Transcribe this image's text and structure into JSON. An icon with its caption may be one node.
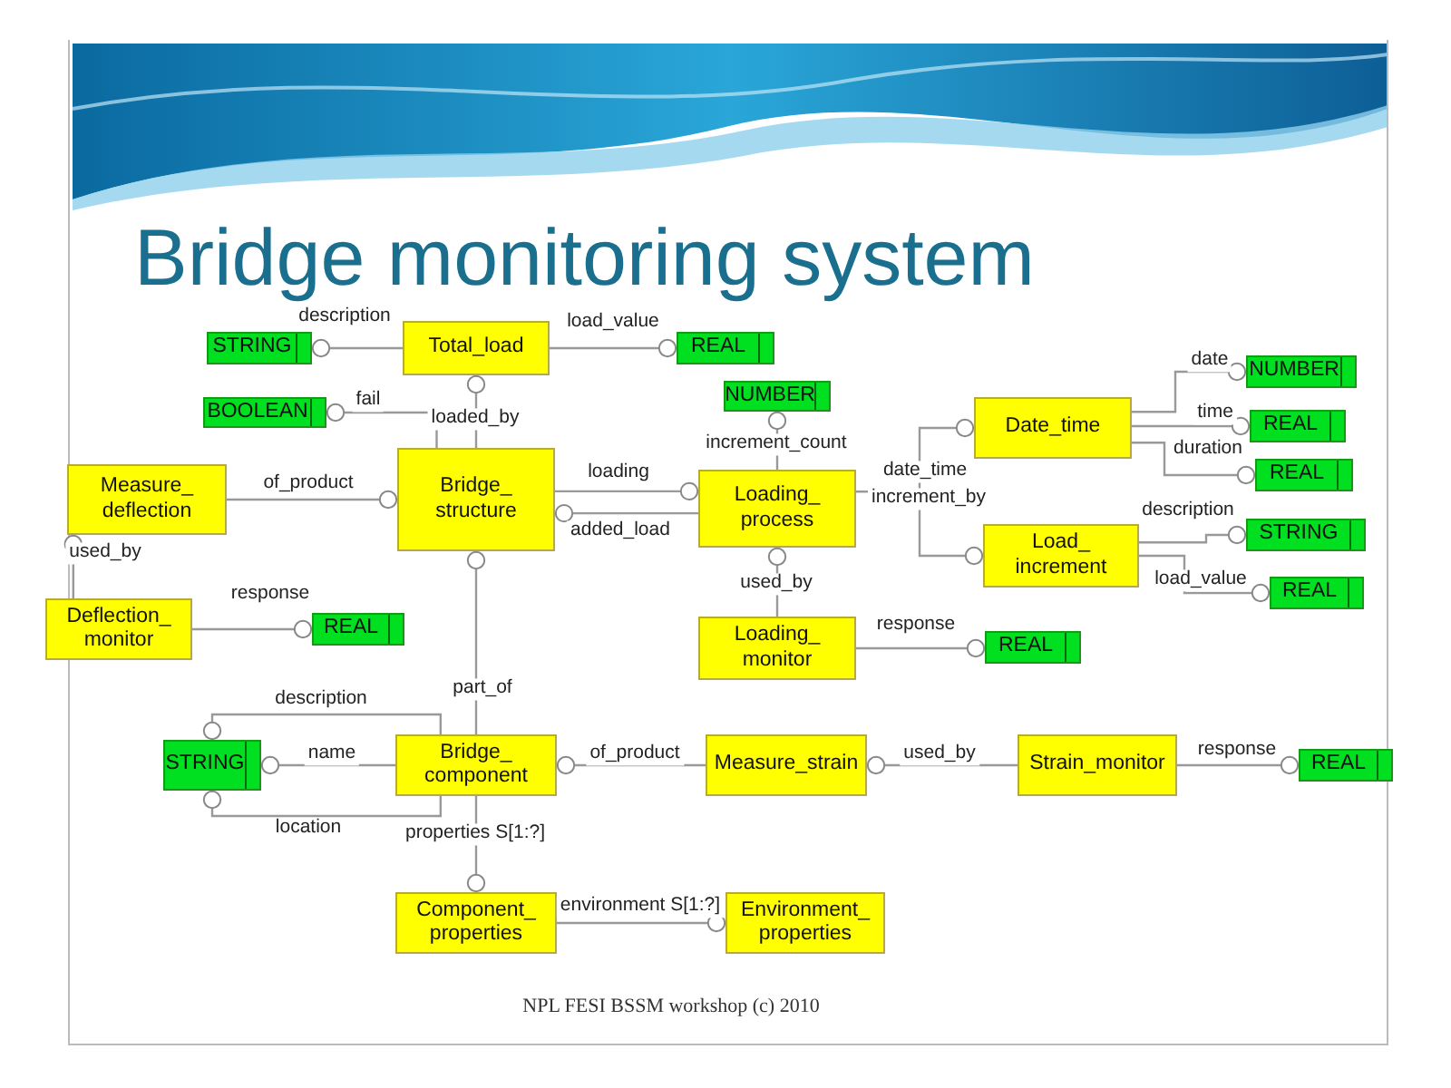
{
  "diagram": {
    "title": "Bridge monitoring system",
    "caption": "NPL FESI BSSM workshop (c) 2010",
    "nodes": [
      {
        "text": [
          "STRING"
        ]
      },
      {
        "text": [
          "Total_load"
        ]
      },
      {
        "text": [
          "REAL"
        ]
      },
      {
        "text": [
          "BOOLEAN"
        ]
      },
      {
        "text": [
          "NUMBER"
        ]
      },
      {
        "text": [
          "Date_time"
        ]
      },
      {
        "text": [
          "NUMBER"
        ]
      },
      {
        "text": [
          "REAL"
        ]
      },
      {
        "text": [
          "Measure_ deflection"
        ]
      },
      {
        "text": [
          "Bridge_ structure"
        ]
      },
      {
        "text": [
          "Loading_ process"
        ]
      },
      {
        "text": [
          "REAL"
        ]
      },
      {
        "text": [
          "Load_ increment"
        ]
      },
      {
        "text": [
          "STRING"
        ]
      },
      {
        "text": [
          "REAL"
        ]
      },
      {
        "text": [
          "Deflection_ monitor"
        ]
      },
      {
        "text": [
          "REAL"
        ]
      },
      {
        "text": [
          "Loading_ monitor"
        ]
      },
      {
        "text": [
          "REAL"
        ]
      },
      {
        "text": [
          "STRING"
        ]
      },
      {
        "text": [
          "Bridge_ component"
        ]
      },
      {
        "text": [
          "Measure_strain"
        ]
      },
      {
        "text": [
          "Strain_monitor"
        ]
      },
      {
        "text": [
          "REAL"
        ]
      },
      {
        "text": [
          "Component_ properties"
        ]
      },
      {
        "text": [
          "Environment_ properties"
        ]
      }
    ],
    "edges": [
      {
        "from": 1,
        "to": 0,
        "arrow": "other",
        "label": "description"
      },
      {
        "from": 1,
        "to": 2,
        "arrow": "other",
        "label": "load_value"
      },
      {
        "from": 9,
        "to": 1,
        "arrow": "other",
        "label": "loaded_by"
      },
      {
        "from": 9,
        "to": 3,
        "arrow": "other",
        "label": "fail"
      },
      {
        "from": 8,
        "to": 9,
        "arrow": "other",
        "label": "of_product"
      },
      {
        "from": 9,
        "to": 10,
        "arrow": "other",
        "label": "loading"
      },
      {
        "from": 10,
        "to": 9,
        "arrow": "other",
        "label": "added_load"
      },
      {
        "from": 10,
        "to": 4,
        "arrow": "other",
        "label": "increment_count"
      },
      {
        "from": 10,
        "to": 5,
        "arrow": "other",
        "label": "date_time"
      },
      {
        "from": 10,
        "to": 12,
        "arrow": "other",
        "label": "increment_by"
      },
      {
        "from": 5,
        "to": 6,
        "arrow": "other",
        "label": "date"
      },
      {
        "from": 5,
        "to": 7,
        "arrow": "other",
        "label": "time"
      },
      {
        "from": 5,
        "to": 11,
        "arrow": "other",
        "label": "duration"
      },
      {
        "from": 12,
        "to": 13,
        "arrow": "other",
        "label": "description"
      },
      {
        "from": 12,
        "to": 14,
        "arrow": "other",
        "label": "load_value"
      },
      {
        "from": 17,
        "to": 10,
        "arrow": "other",
        "label": "used_by"
      },
      {
        "from": 17,
        "to": 18,
        "arrow": "other",
        "label": "response"
      },
      {
        "from": 15,
        "to": 8,
        "arrow": "other",
        "label": "used_by"
      },
      {
        "from": 15,
        "to": 16,
        "arrow": "other",
        "label": "response"
      },
      {
        "from": 20,
        "to": 9,
        "arrow": "other",
        "label": "part_of"
      },
      {
        "from": 20,
        "to": 19,
        "arrow": "other",
        "label": "description"
      },
      {
        "from": 20,
        "to": 19,
        "arrow": "other",
        "label": "name"
      },
      {
        "from": 20,
        "to": 19,
        "arrow": "other",
        "label": "location"
      },
      {
        "from": 21,
        "to": 20,
        "arrow": "other",
        "label": "of_product"
      },
      {
        "from": 22,
        "to": 21,
        "arrow": "other",
        "label": "used_by"
      },
      {
        "from": 22,
        "to": 23,
        "arrow": "other",
        "label": "response"
      },
      {
        "from": 20,
        "to": 24,
        "arrow": "other",
        "label": "properties S[1:?]"
      },
      {
        "from": 24,
        "to": 25,
        "arrow": "other",
        "label": "environment S[1:?]"
      }
    ]
  }
}
